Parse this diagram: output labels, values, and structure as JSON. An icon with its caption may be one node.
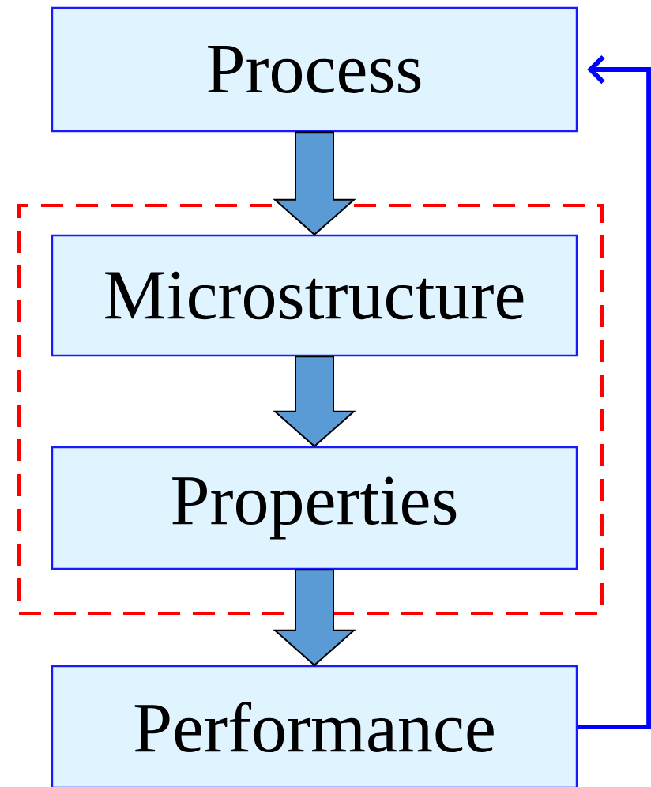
{
  "diagram": {
    "nodes": [
      {
        "text": [
          "Process"
        ]
      },
      {
        "text": [],
        "shape": "box"
      },
      {
        "text": [
          "Microstructure"
        ],
        "in": 1
      },
      {
        "text": [
          "Properties"
        ],
        "in": 1
      },
      {
        "text": [
          "Performance"
        ]
      }
    ],
    "edges": [
      {
        "from": 0,
        "to": 2,
        "arrow": "to"
      },
      {
        "from": 2,
        "to": 3,
        "arrow": "to"
      },
      {
        "from": 3,
        "to": 4,
        "arrow": "to"
      },
      {
        "from": 4,
        "to": 0,
        "arrow": "to",
        "color": "#0000ff"
      }
    ]
  }
}
